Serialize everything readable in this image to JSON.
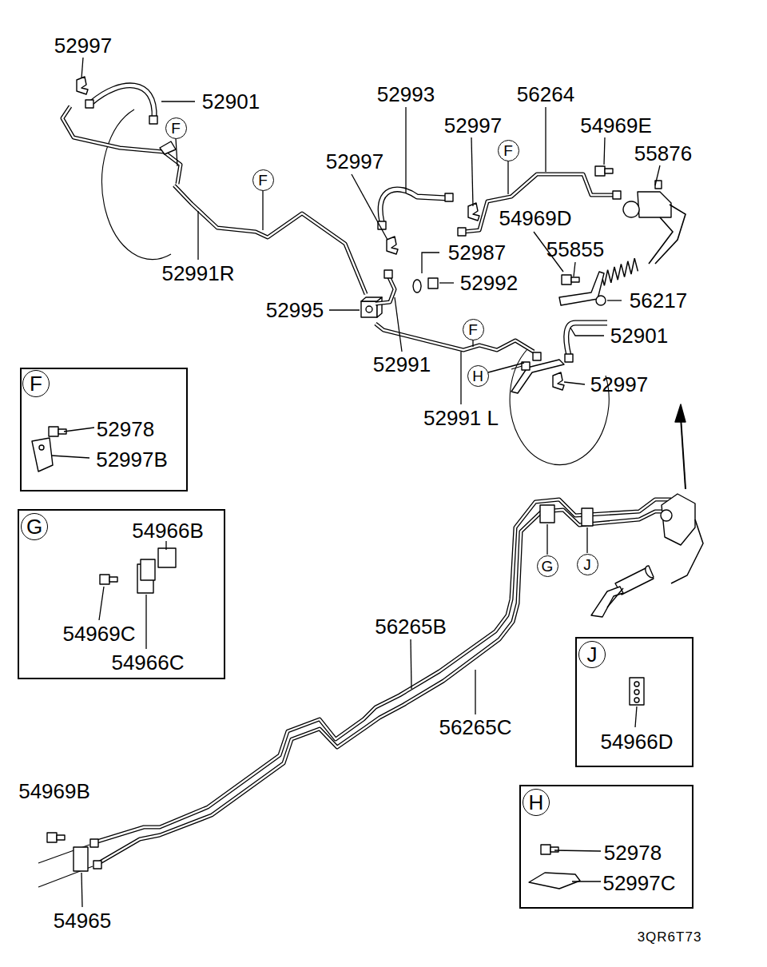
{
  "diagram": {
    "nodes": [
      {
        "text": [
          "F"
        ]
      },
      {
        "text": [
          "F"
        ]
      },
      {
        "text": [
          "F"
        ]
      },
      {
        "text": [
          "F"
        ]
      },
      {
        "text": [
          "H"
        ]
      },
      {
        "text": [
          "52978",
          "52997B"
        ]
      },
      {
        "text": [
          "F"
        ],
        "in": 5
      },
      {
        "text": [
          "54966B",
          "54969C",
          "54966C"
        ]
      },
      {
        "text": [
          "G"
        ],
        "in": 7
      },
      {
        "text": [
          "G"
        ]
      },
      {
        "text": [
          "J"
        ]
      },
      {
        "text": [
          "54966D"
        ]
      },
      {
        "text": [
          "J"
        ],
        "in": 11
      },
      {
        "text": [
          "52978",
          "52997C"
        ]
      },
      {
        "text": [
          "H"
        ],
        "in": 13
      }
    ],
    "labels": [
      "52997",
      "52901",
      "52993",
      "56264",
      "52997",
      "54969E",
      "55876",
      "52997",
      "54969D",
      "55855",
      "52987",
      "52992",
      "52991R",
      "52995",
      "56217",
      "52901",
      "52991",
      "52997",
      "52991 L",
      "56265B",
      "56265C",
      "54969B",
      "54965",
      "3QR6T73"
    ]
  }
}
